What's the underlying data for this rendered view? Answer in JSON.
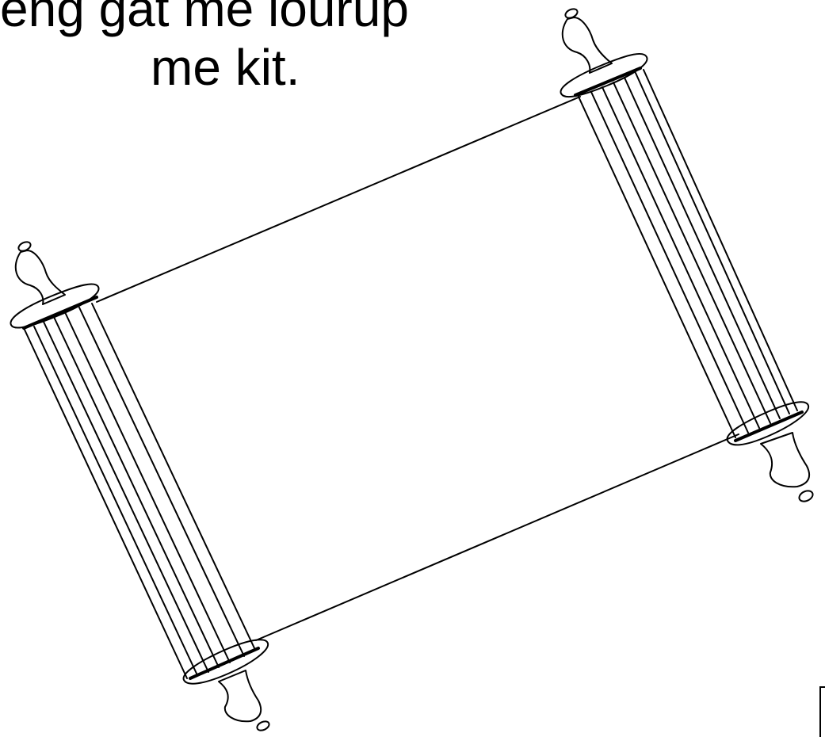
{
  "slide": {
    "text_lines": [
      "eng gat me lourup",
      "me kit."
    ]
  },
  "illustration": {
    "name": "torah-scroll",
    "stroke_color": "#000000",
    "fill_color": "#ffffff"
  }
}
